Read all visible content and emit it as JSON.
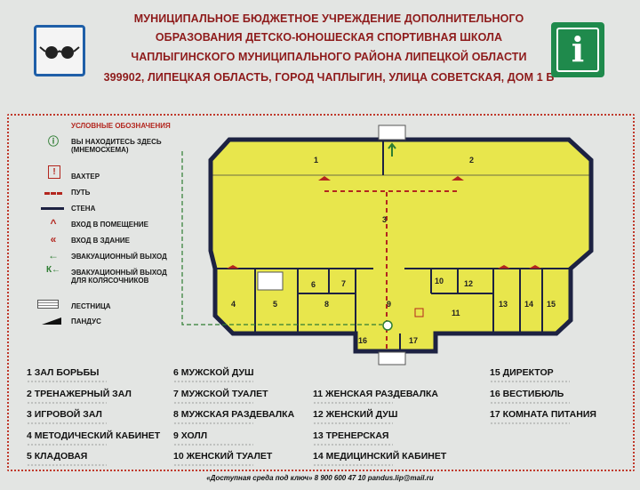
{
  "header": {
    "line1": "МУНИЦИПАЛЬНОЕ БЮДЖЕТНОЕ УЧРЕЖДЕНИЕ ДОПОЛНИТЕЛЬНОГО",
    "line2": "ОБРАЗОВАНИЯ ДЕТСКО-ЮНОШЕСКАЯ СПОРТИВНАЯ ШКОЛА",
    "line3": "ЧАПЛЫГИНСКОГО МУНИЦИПАЛЬНОГО РАЙОНА ЛИПЕЦКОЙ ОБЛАСТИ",
    "line4": "399902, ЛИПЕЦКАЯ ОБЛАСТЬ, ГОРОД ЧАПЛЫГИН, УЛИЦА СОВЕТСКАЯ, ДОМ 1 Б",
    "info_glyph": "i"
  },
  "colors": {
    "title": "#8e1b1b",
    "wall": "#1d2242",
    "floor": "#e8e64c",
    "path": "#b3261e",
    "evac": "#2e7d32"
  },
  "legend": {
    "title": "УСЛОВНЫЕ ОБОЗНАЧЕНИЯ",
    "items": [
      {
        "icon": "you-are-here-icon",
        "glyph": "ⓘ",
        "label": "ВЫ НАХОДИТЕСЬ ЗДЕСЬ",
        "label2": "(МНЕМОСХЕМА)"
      },
      {
        "icon": "guard-icon",
        "glyph": "!",
        "label": "ВАХТЕР"
      },
      {
        "icon": "path-icon",
        "label": "ПУТЬ"
      },
      {
        "icon": "wall-icon",
        "label": "СТЕНА"
      },
      {
        "icon": "room-entrance-icon",
        "glyph": "^",
        "label": "ВХОД В ПОМЕЩЕНИЕ"
      },
      {
        "icon": "building-entrance-icon",
        "glyph": "«",
        "label": "ВХОД В ЗДАНИЕ"
      },
      {
        "icon": "evacuation-exit-icon",
        "glyph": "←",
        "label": "ЭВАКУАЦИОННЫЙ ВЫХОД"
      },
      {
        "icon": "wheelchair-exit-icon",
        "glyph": "К←",
        "label": "ЭВАКУАЦИОННЫЙ ВЫХОД",
        "label2": "ДЛЯ КОЛЯСОЧНИКОВ"
      },
      {
        "icon": "stairs-icon",
        "label": "ЛЕСТНИЦА"
      },
      {
        "icon": "ramp-icon",
        "label": "ПАНДУС"
      }
    ]
  },
  "plan": {
    "rooms": [
      "1",
      "2",
      "3",
      "4",
      "5",
      "6",
      "7",
      "8",
      "9",
      "10",
      "11",
      "12",
      "13",
      "14",
      "15",
      "16",
      "17"
    ]
  },
  "rooms_list": [
    [
      "1 ЗАЛ БОРЬБЫ",
      "2 ТРЕНАЖЕРНЫЙ ЗАЛ",
      "3 ИГРОВОЙ ЗАЛ",
      "4 МЕТОДИЧЕСКИЙ КАБИНЕТ",
      "5 КЛАДОВАЯ"
    ],
    [
      "6 МУЖСКОЙ ДУШ",
      "7 МУЖСКОЙ ТУАЛЕТ",
      "8 МУЖСКАЯ РАЗДЕВАЛКА",
      "9 ХОЛЛ",
      "10 ЖЕНСКИЙ ТУАЛЕТ"
    ],
    [
      "11 ЖЕНСКАЯ РАЗДЕВАЛКА",
      "12 ЖЕНСКИЙ ДУШ",
      "13 ТРЕНЕРСКАЯ",
      "14 МЕДИЦИНСКИЙ КАБИНЕТ"
    ],
    [
      "15 ДИРЕКТОР",
      "16 ВЕСТИБЮЛЬ",
      "17 КОМНАТА ПИТАНИЯ"
    ]
  ],
  "footer": "«Доступная среда под ключ» 8 900 600 47 10 pandus.lip@mail.ru"
}
